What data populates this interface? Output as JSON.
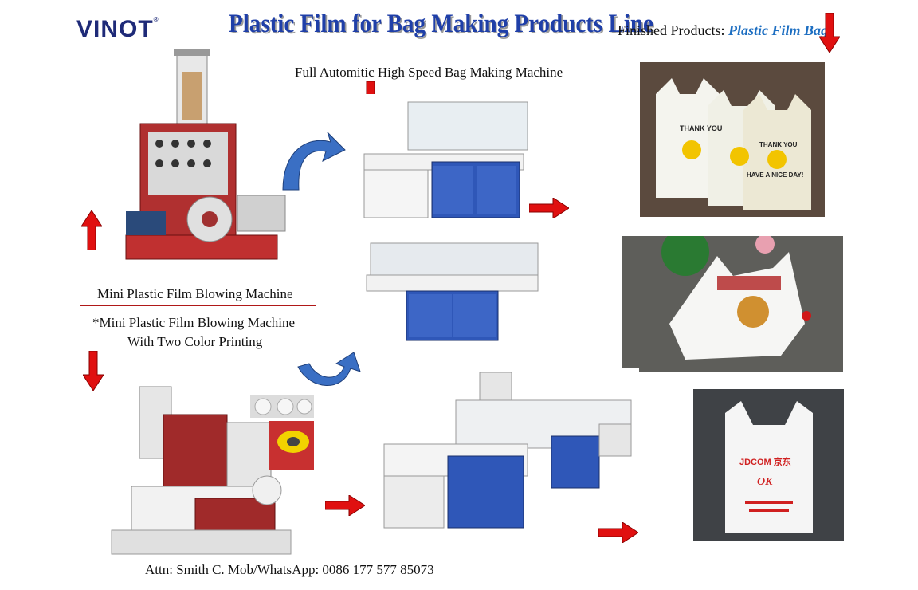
{
  "logo": {
    "text": "VINOT",
    "mark": "®"
  },
  "title": "Plastic Film for Bag Making Products Line",
  "finished": {
    "prefix": "Finished Products:",
    "value": "Plastic Film Bag"
  },
  "labels": {
    "high_speed": "Full Automitic High Speed Bag Making Machine",
    "mini_blowing": "Mini Plastic Film Blowing Machine",
    "mini_blowing_print_line1": "*Mini Plastic Film Blowing Machine",
    "mini_blowing_print_line2": "With Two Color Printing",
    "contact": "Attn: Smith C. Mob/WhatsApp: 0086 177 577 85073"
  },
  "bag_texts": {
    "thank_you": "THANK YOU",
    "have_a_nice_day": "HAVE A NICE DAY!",
    "bag3_brand": "JDCOM 京东",
    "bag3_ok": "OK"
  },
  "colors": {
    "title_blue": "#1f3fa8",
    "accent_red": "#e01010",
    "arrow_blue": "#3a6fc4",
    "machine_red": "#a52a2a",
    "machine_blue": "#2f57b8"
  }
}
